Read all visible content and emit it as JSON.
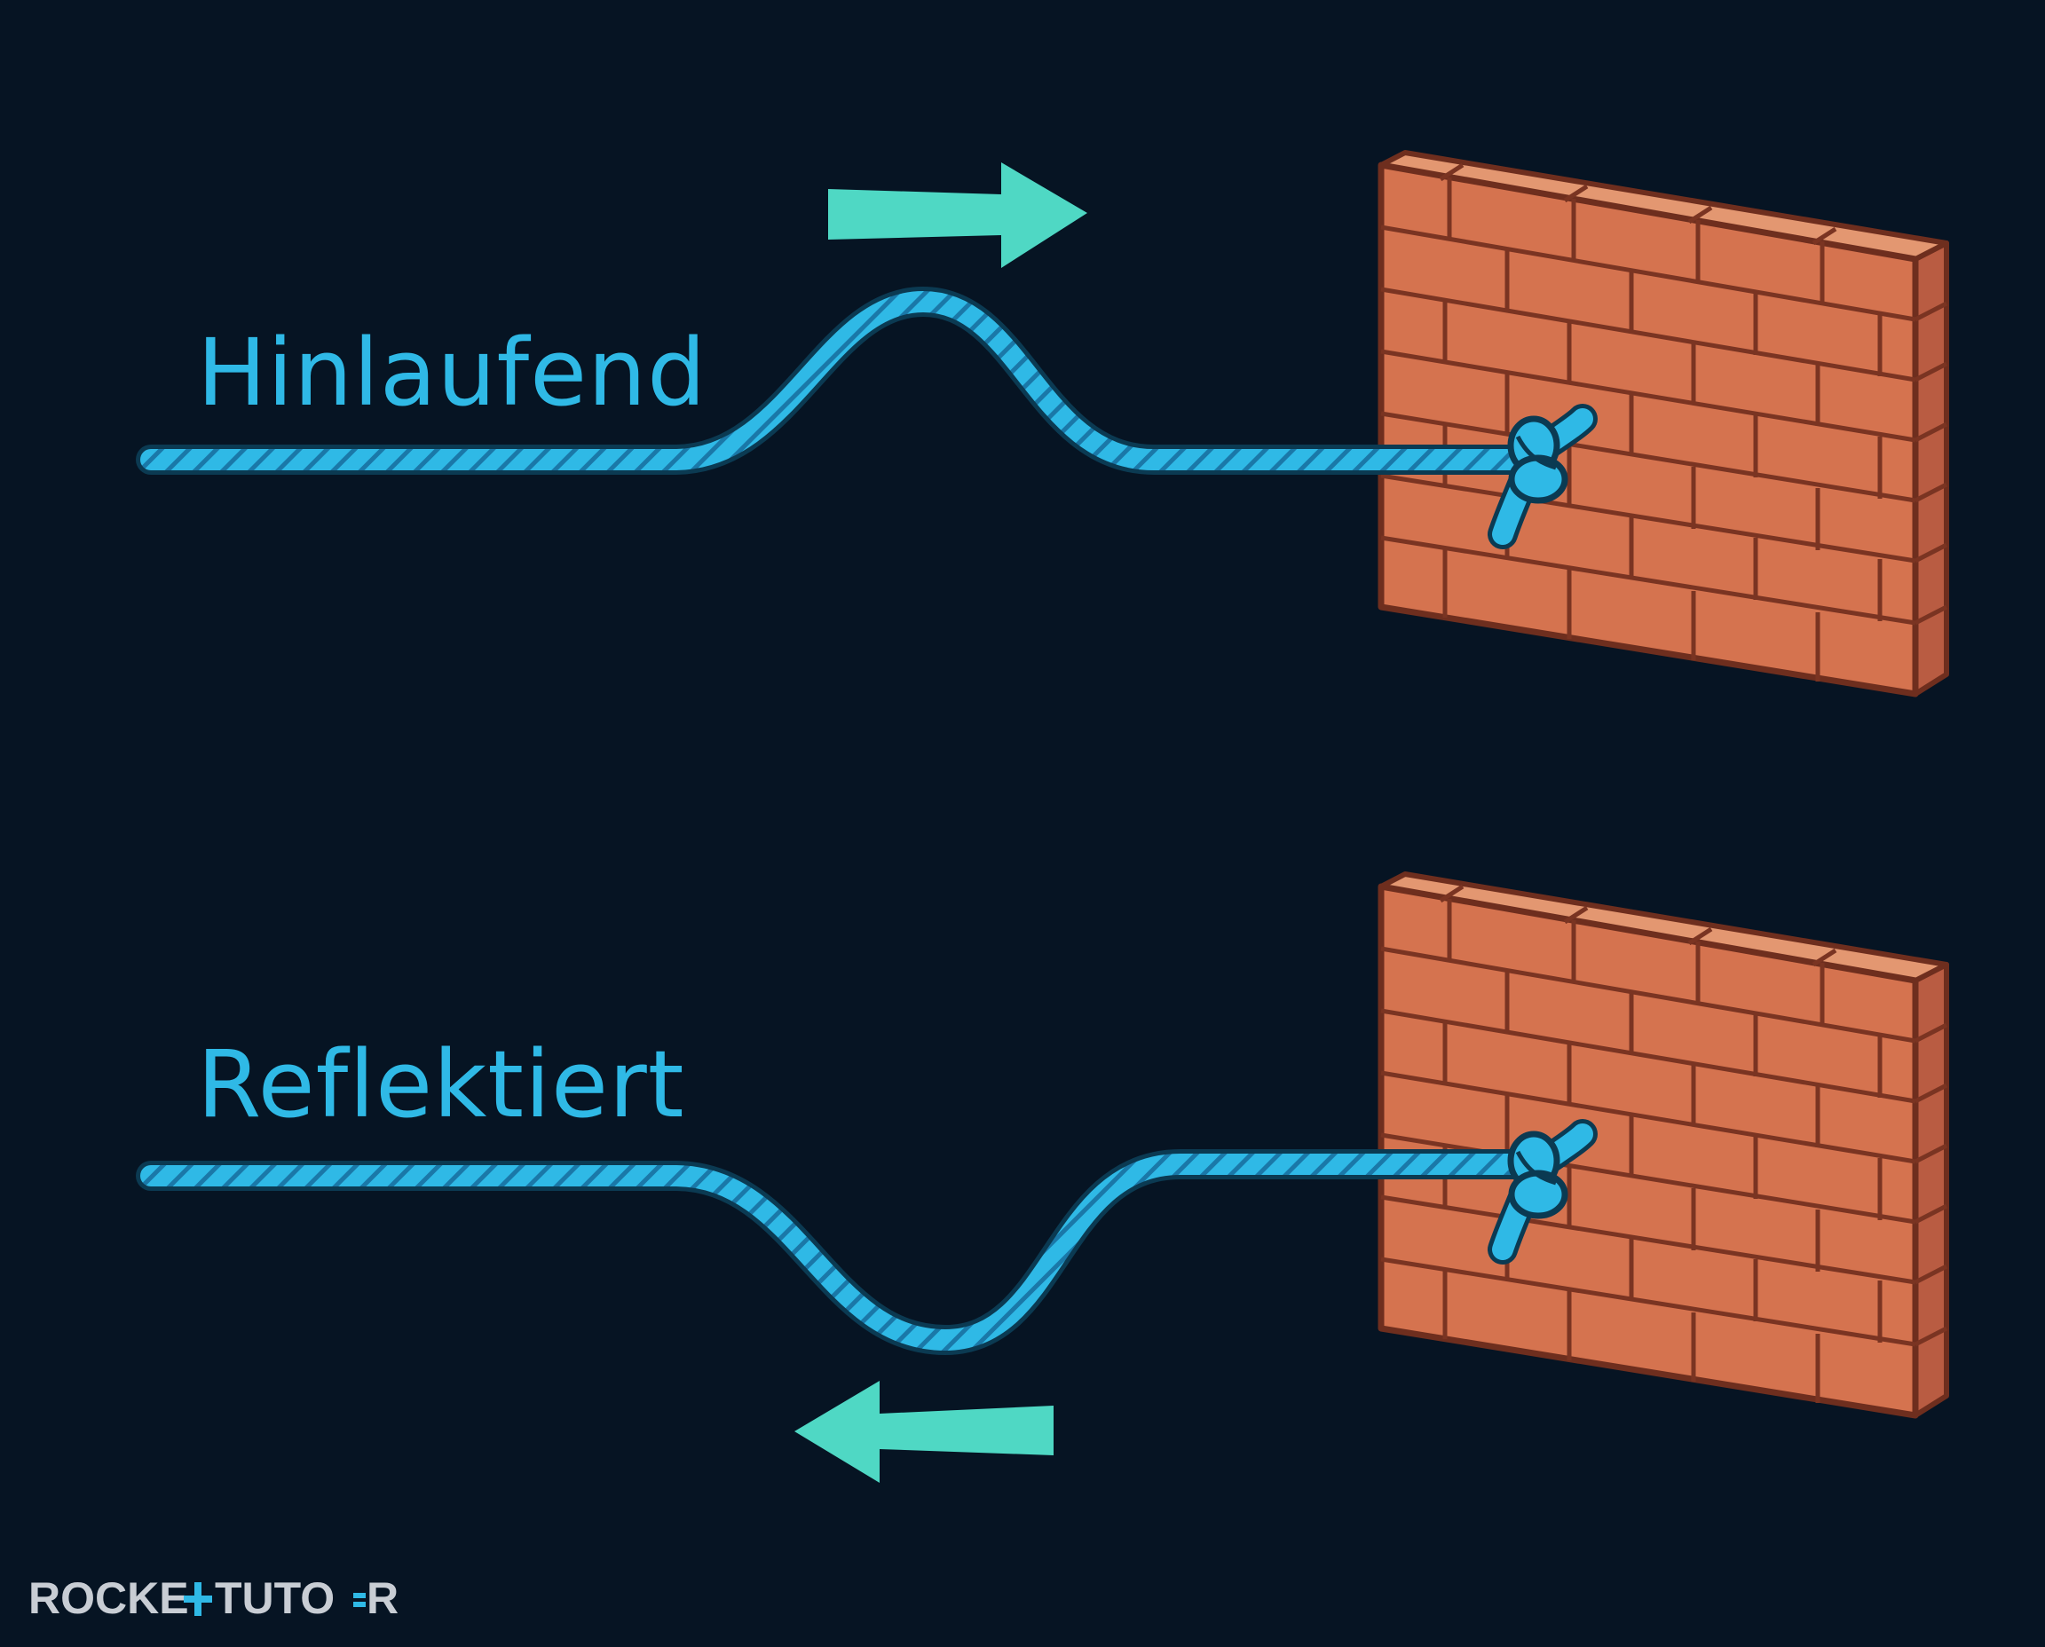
{
  "labels": {
    "incident": "Hinlaufend",
    "reflected": "Reflektiert"
  },
  "logo": {
    "part1": "ROCKE",
    "part2": "TUTO",
    "part3": "R"
  },
  "colors": {
    "background": "#061423",
    "rope": "#2fb9e6",
    "rope_dark": "#1a78a8",
    "label": "#2fb9e6",
    "arrow": "#4fd8c4",
    "brick": "#d97a57",
    "brick_top": "#e08f68",
    "brick_side": "#c4654a",
    "mortar": "#7a3422",
    "logo_grey": "#c8cdd4",
    "logo_accent": "#2fb9e6"
  },
  "icons": [
    "arrow-right-icon",
    "arrow-left-icon",
    "brick-wall-icon",
    "rope-knot-icon",
    "rocket-tutor-logo"
  ]
}
